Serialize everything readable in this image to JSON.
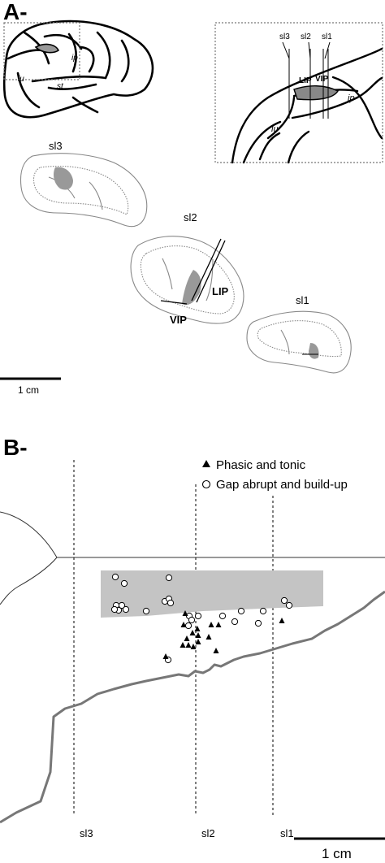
{
  "panel_a": {
    "label": "A-",
    "brain_labels": {
      "ip": "ip",
      "lu": "lu",
      "st": "st"
    },
    "inset_labels": {
      "sl3": "sl3",
      "sl2": "sl2",
      "sl1": "sl1",
      "lip": "LIP",
      "vip": "VIP",
      "ip": "ip",
      "lu": "lu"
    },
    "section_labels": {
      "sl3": "sl3",
      "sl2": "sl2",
      "sl1": "sl1",
      "lip": "LIP",
      "vip": "VIP"
    },
    "scale_label": "1 cm"
  },
  "panel_b": {
    "label": "B-",
    "legend": [
      {
        "symbol": "filled-triangle",
        "text": "Phasic and tonic"
      },
      {
        "symbol": "open-circle",
        "text": "Gap abrupt and build-up"
      }
    ],
    "slice_labels": [
      "sl3",
      "sl2",
      "sl1"
    ],
    "scale_label": "1 cm"
  },
  "colors": {
    "region_fill": "#c4c4c4",
    "cortex_line": "#888888",
    "outline": "#000000"
  }
}
